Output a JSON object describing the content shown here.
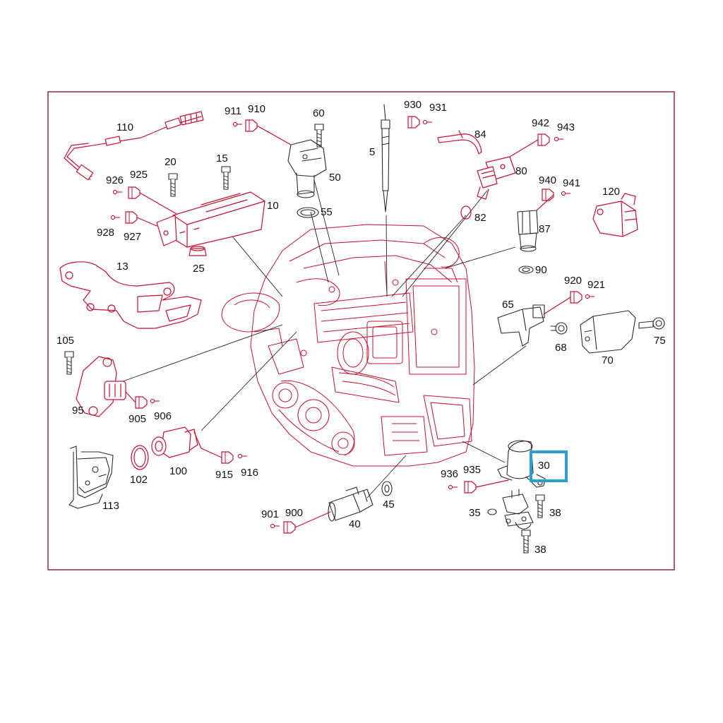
{
  "diagram": {
    "highlight_color": "#2a9fd6",
    "line_color": "#c4122f",
    "frame_color": "#8a1c2c",
    "labels": {
      "l5": "5",
      "l10": "10",
      "l13": "13",
      "l15": "15",
      "l20": "20",
      "l25": "25",
      "l30": "30",
      "l35": "35",
      "l38a": "38",
      "l38b": "38",
      "l40": "40",
      "l45": "45",
      "l50": "50",
      "l55": "55",
      "l60": "60",
      "l65": "65",
      "l68": "68",
      "l70": "70",
      "l75": "75",
      "l80": "80",
      "l82": "82",
      "l84": "84",
      "l87": "87",
      "l90": "90",
      "l95": "95",
      "l100": "100",
      "l102": "102",
      "l105": "105",
      "l110": "110",
      "l113": "113",
      "l120": "120",
      "l900": "900",
      "l901": "901",
      "l905": "905",
      "l906": "906",
      "l910": "910",
      "l911": "911",
      "l915": "915",
      "l916": "916",
      "l920": "920",
      "l921": "921",
      "l925": "925",
      "l926": "926",
      "l927": "927",
      "l928": "928",
      "l930": "930",
      "l931": "931",
      "l935": "935",
      "l936": "936",
      "l940": "940",
      "l941": "941",
      "l942": "942",
      "l943": "943"
    }
  }
}
